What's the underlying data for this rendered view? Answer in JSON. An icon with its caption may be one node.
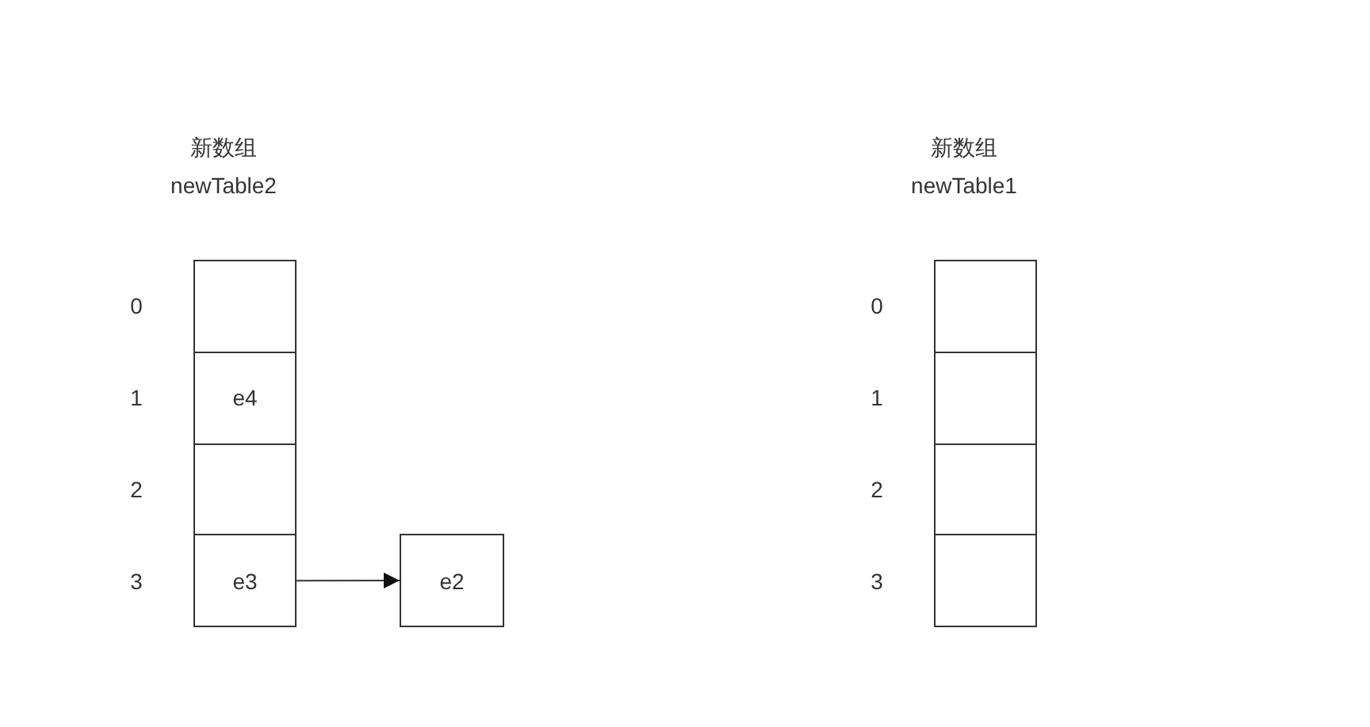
{
  "diagram": {
    "nodes": [
      {
        "text": [
          "新数组",
          "newTable2"
        ]
      },
      {
        "text": [],
        "shape": "box",
        "in": 0,
        "beside": [
          "0"
        ]
      },
      {
        "text": [
          "e4"
        ],
        "in": 0,
        "beside": [
          "1"
        ]
      },
      {
        "text": [],
        "shape": "box",
        "in": 0,
        "beside": [
          "2"
        ]
      },
      {
        "text": [
          "e3"
        ],
        "in": 0,
        "beside": [
          "3"
        ]
      },
      {
        "text": [
          "e2"
        ]
      },
      {
        "text": [
          "新数组",
          "newTable1"
        ]
      },
      {
        "text": [],
        "shape": "box",
        "in": 6,
        "beside": [
          "0"
        ]
      },
      {
        "text": [],
        "shape": "box",
        "in": 6,
        "beside": [
          "1"
        ]
      },
      {
        "text": [],
        "shape": "box",
        "in": 6,
        "beside": [
          "2"
        ]
      },
      {
        "text": [],
        "shape": "box",
        "in": 6,
        "beside": [
          "3"
        ]
      }
    ],
    "edges": [
      {
        "from": 4,
        "to": 5,
        "arrow": "to"
      }
    ]
  }
}
